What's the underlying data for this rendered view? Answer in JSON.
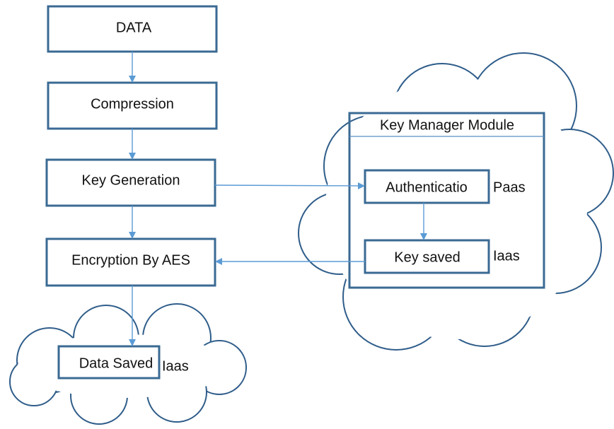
{
  "nodes": {
    "data": "DATA",
    "compression": "Compression",
    "key_generation": "Key Generation",
    "encryption": "Encryption By AES",
    "data_saved": "Data Saved",
    "module_title": "Key Manager Module",
    "authentication": "Authenticatio",
    "key_saved": "Key saved"
  },
  "labels": {
    "paas": "Paas",
    "iaas_key": "Iaas",
    "iaas_data": "Iaas"
  },
  "colors": {
    "box_border": "#3a6a93",
    "arrow": "#5b9bd5",
    "cloud_border": "#2f5d8a"
  }
}
